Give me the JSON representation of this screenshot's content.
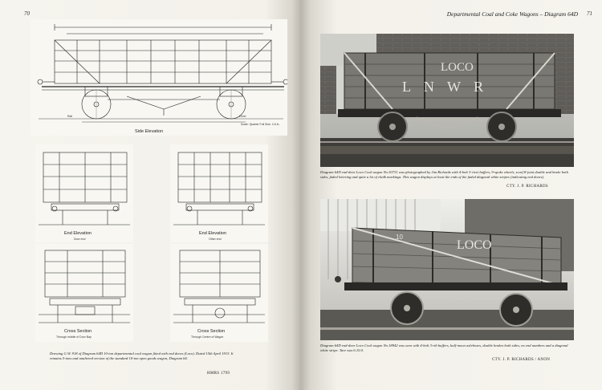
{
  "left_page": {
    "folio": "70",
    "drawings": {
      "side_elevation": {
        "title": "Side Elevation",
        "scale_note": "Scale: Quarter Full Size. 1/4 in."
      },
      "end_elevation_1": {
        "title": "End Elevation",
        "note": "Door end"
      },
      "end_elevation_2": {
        "title": "End Elevation",
        "note": "Other end"
      },
      "cross_section_1": {
        "title": "Cross Section",
        "note": "Through middle of Door Bay"
      },
      "cross_section_2": {
        "title": "Cross Section",
        "note": "Through Centre of Wagon"
      }
    },
    "caption": "Drawing G.W. 918 of Diagram 64D 10-ton departmental coal wagon fitted with end doors (Loco). Dated 15th April 1913. It remains 5-tons and unaltered version of the standard 10-ton open goods wagon, Diagram 64.",
    "credit": "HMRS 1799"
  },
  "right_page": {
    "folio": "71",
    "running_head": "Departmental Coal and Coke Wagons – Diagram 64D",
    "photo_top": {
      "wagon_lettering": [
        "LOCO",
        "L N W R"
      ],
      "caption": "Diagram 64D end-door Loco Coal wagon No.30731 was photographed by Jim Richards with 4-bolt 3-rivet buffers, 9-spoke wheels, scarf 8-joint double and brake both sides, faded lettering and quite a lot of chalk markings. This wagon displays at least the ends of the faded diagonal white stripes (indicating end doors).",
      "credit": "CTY. J. P. RICHARDS"
    },
    "photo_bottom": {
      "wagon_lettering": [
        "LOCO",
        "10"
      ],
      "caption": "Diagram 64D end-door Loco Coal wagon No.18942 was seen with 4-bolt 3-rib buffers, half-moon axleboxes, double brakes both sides, no end numbers and a diagonal white stripe. Tare was 6.10.0.",
      "credit": "CTY. J. P. RICHARDS / ANON"
    }
  }
}
